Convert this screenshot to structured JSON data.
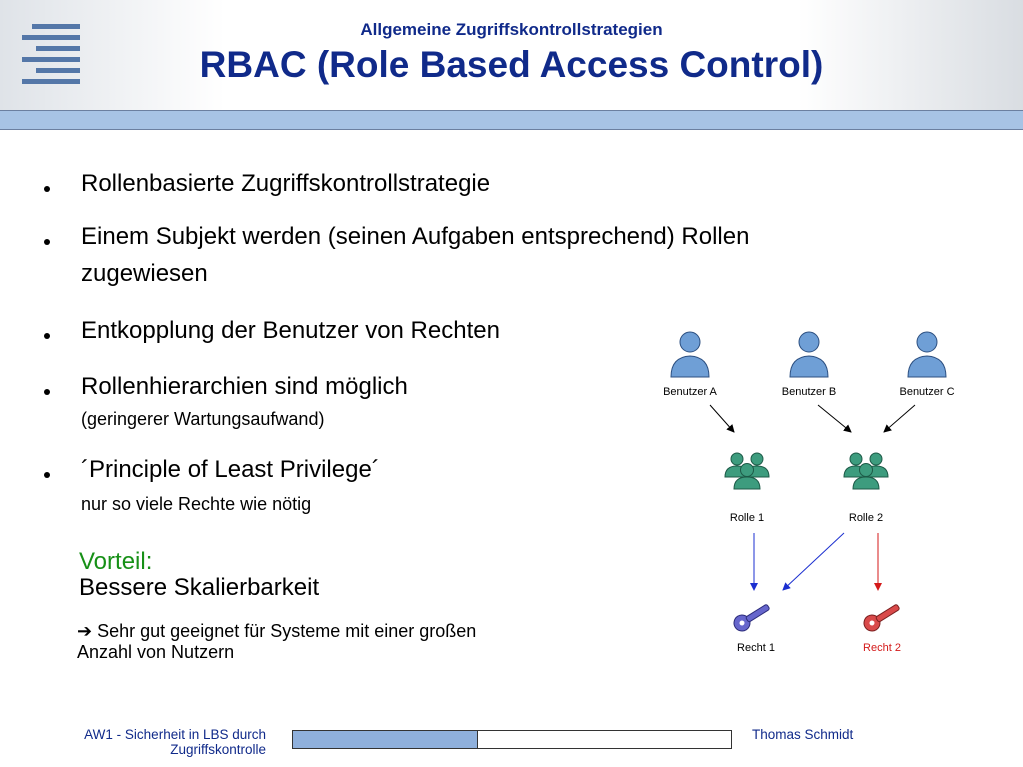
{
  "header": {
    "subtitle": "Allgemeine Zugriffskontrollstrategien",
    "title": "RBAC (Role Based Access Control)"
  },
  "bullets": [
    {
      "text": "Rollenbasierte Zugriffskontrollstrategie"
    },
    {
      "text": "Einem Subjekt werden (seinen Aufgaben entsprechend) Rollen",
      "text2": "zugewiesen"
    },
    {
      "text": "Entkopplung der Benutzer von Rechten"
    },
    {
      "text": "Rollenhierarchien sind möglich",
      "sub": "(geringerer Wartungsaufwand)"
    },
    {
      "text": "´Principle of Least Privilege´",
      "sub": "nur so viele Rechte wie nötig"
    }
  ],
  "advantage": {
    "heading": "Vorteil:",
    "line1": "Bessere Skalierbarkeit",
    "line2": "Sehr gut geeignet für Systeme mit einer großen",
    "line3": "Anzahl von Nutzern"
  },
  "diagram": {
    "users": [
      "Benutzer A",
      "Benutzer B",
      "Benutzer C"
    ],
    "roles": [
      "Rolle 1",
      "Rolle 2"
    ],
    "rights": [
      "Recht 1",
      "Recht 2"
    ],
    "colors": {
      "user": "#6f9fd6",
      "role": "#3d9c7e",
      "right1": "#6666cc",
      "right2": "#d94a4a",
      "arrow_blue": "#1b2fd0",
      "arrow_red": "#d41a1a"
    }
  },
  "footer": {
    "left_line1": "AW1 - Sicherheit in LBS durch",
    "left_line2": "Zugriffskontrolle",
    "right": "Thomas Schmidt",
    "progress": 0.42
  }
}
